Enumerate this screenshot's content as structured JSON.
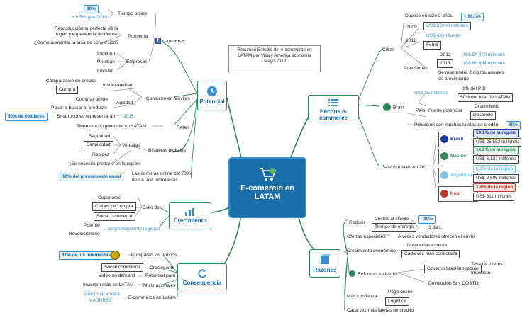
{
  "center": {
    "title_line1": "E-comercio en",
    "title_line2": "LATAM"
  },
  "note": {
    "line1": "Resumen Estudio del e-commerce en",
    "line2": "LATAM por Visa y América economía",
    "line3": "- Mayo 2012-"
  },
  "colors": {
    "branch": "#2e8b57",
    "accent": "#3a8fd0",
    "center": "#1a6fa8"
  },
  "potencial": {
    "label": "Potencial",
    "tiempo_online": "Tiempo online",
    "tiempo_pct": "30%",
    "tiempo_growth": "+ 9.5% que 2010",
    "commerce": "commerce",
    "problema": "Problema",
    "problema_1": "Reproducción imperfecta de la",
    "problema_1b": "imgen y experiencia de marca",
    "problema_2": "¿Como aumentar la tasa de conversión?",
    "empresas": "Empresas",
    "empresas_1": "Invierten",
    "empresas_2": "Prueban",
    "empresas_3": "Innovan",
    "consumo": "Consumo en Moviles",
    "comparacion": "Comparación de precios",
    "instantaneidad": "Instantaneidad",
    "compra": "Compra",
    "agilidad": "Agilidad",
    "comprar_online": "Comprar online",
    "pasar_buscar": "Pasar a buscar el producto",
    "smartphones": "Smartphones representarán",
    "smartphones_pct": "50% de celulares",
    "year_2015": "2015",
    "retail": "Retail",
    "retail_1": "Tiene mucho potencial en LATAM",
    "billeteras": "Billeteras digitales",
    "ventajas": "Ventajas",
    "seguridad": "Seguridad",
    "simplicidad": "Simplicidad",
    "rapidez": "Rapidez",
    "probarlo": "¡Se necesita probarlo en la región!",
    "presupuesto_pct": "10% del presupuesto anual",
    "compras_online_1": "Las compras online del 70%",
    "compras_online_2": "de LATAM internautas"
  },
  "crecimiento": {
    "label": "Crecimiento",
    "cuponeras": "Cuponeras",
    "clubes": "Clubes de compra",
    "exito": "Exito de",
    "social": "Social commerce",
    "potente": "Potente",
    "revolucionario": "Revolucionario",
    "emprendimiento": "Emprendimiento regional"
  },
  "consecuencia": {
    "label": "Consequencia",
    "internautas_pct": "87% de los internautas",
    "comparan": "Comparan los precios",
    "social": "Social commerce",
    "crecimiento": "Crecimiento",
    "video": "Video on demand",
    "potencial_para": "Potencial para",
    "invierten": "Invierten más en LATAM",
    "multinacionales": "Multinacionales",
    "pronto_1": "Pronto alcanzara",
    "pronto_2": "MADUREZ",
    "ecommerce_latam": "E-commerce en Latam"
  },
  "hechos": {
    "label": "Hechos e-commerce",
    "cifras": "Cifras",
    "duplico": "Duplico en solo 2 años",
    "duplico_pct": "+ 98.5%",
    "y2009": "2009",
    "y2009_val": "US$ 22000 millones",
    "y2011": "2011",
    "y2011_val": "US$ 43 millones",
    "febril": "Febril",
    "previsiones": "Previsiones",
    "y2012": "2012",
    "y2012_val": "US$ 54,470 millones",
    "y2013": "2013",
    "y2013_val": "US$ 69,994 millones",
    "mantendra_1": "Se mantendrá 2 digitos anuales",
    "mantendra_2": "de crecimiento",
    "brasil": "Brasil",
    "brasil_val": "US$ 25 millones",
    "pib": "1% del PIB",
    "total_latam": "50% del total de LATAM",
    "pais": "País",
    "fuerte": "Fuerte potencial",
    "crecimiento": "Crecimiento",
    "desarollo": "Desarollo",
    "poblacion": "Población con muchas tajetas de credito",
    "poblacion_pct": "80%",
    "gastos": "Gastos totales en 2011",
    "countries": [
      {
        "name": "Brasil",
        "pct": "59.1% de la región",
        "usd": "US$ 25,552 millones",
        "color": "#1a3aa0"
      },
      {
        "name": "Mexico",
        "pct": "14.2% de la región",
        "usd": "US$ 6,137 millones",
        "color": "#2e8b57"
      },
      {
        "name": "Argentina",
        "pct": "6.2% de la región",
        "usd": "US$ 2,695 millones",
        "color": "#7fc4ea"
      },
      {
        "name": "Perú",
        "pct": "1.4% de la región",
        "usd": "US$ 611 millones",
        "color": "#c0392b"
      }
    ]
  },
  "razones": {
    "label": "Razones",
    "reducir": "Reducir",
    "costos": "Costos al cliente",
    "costos_pct": "- 30%",
    "tiempo": "Tiempo de entrega",
    "tres_dias": "3 dias",
    "ofertas": "Ofertas especiales",
    "vendedores": "A veces vendedores ofrecen el envío",
    "crec_econ": "Crecimiento económico",
    "clase_media": "Nueva clase media",
    "conectada": "Cada vez más conectada",
    "reformas": "Reformas incitante",
    "gobierno": "Governo brasilero redujo",
    "tasa": "Tasa de interés",
    "impuesto": "Impuesto",
    "devolucion": "Devolución SIN COSTO",
    "confianza": "Más confianza",
    "pago": "Pago online",
    "logistica": "Logistica",
    "tarjetas": "Cada vez más tajetas de credito"
  }
}
